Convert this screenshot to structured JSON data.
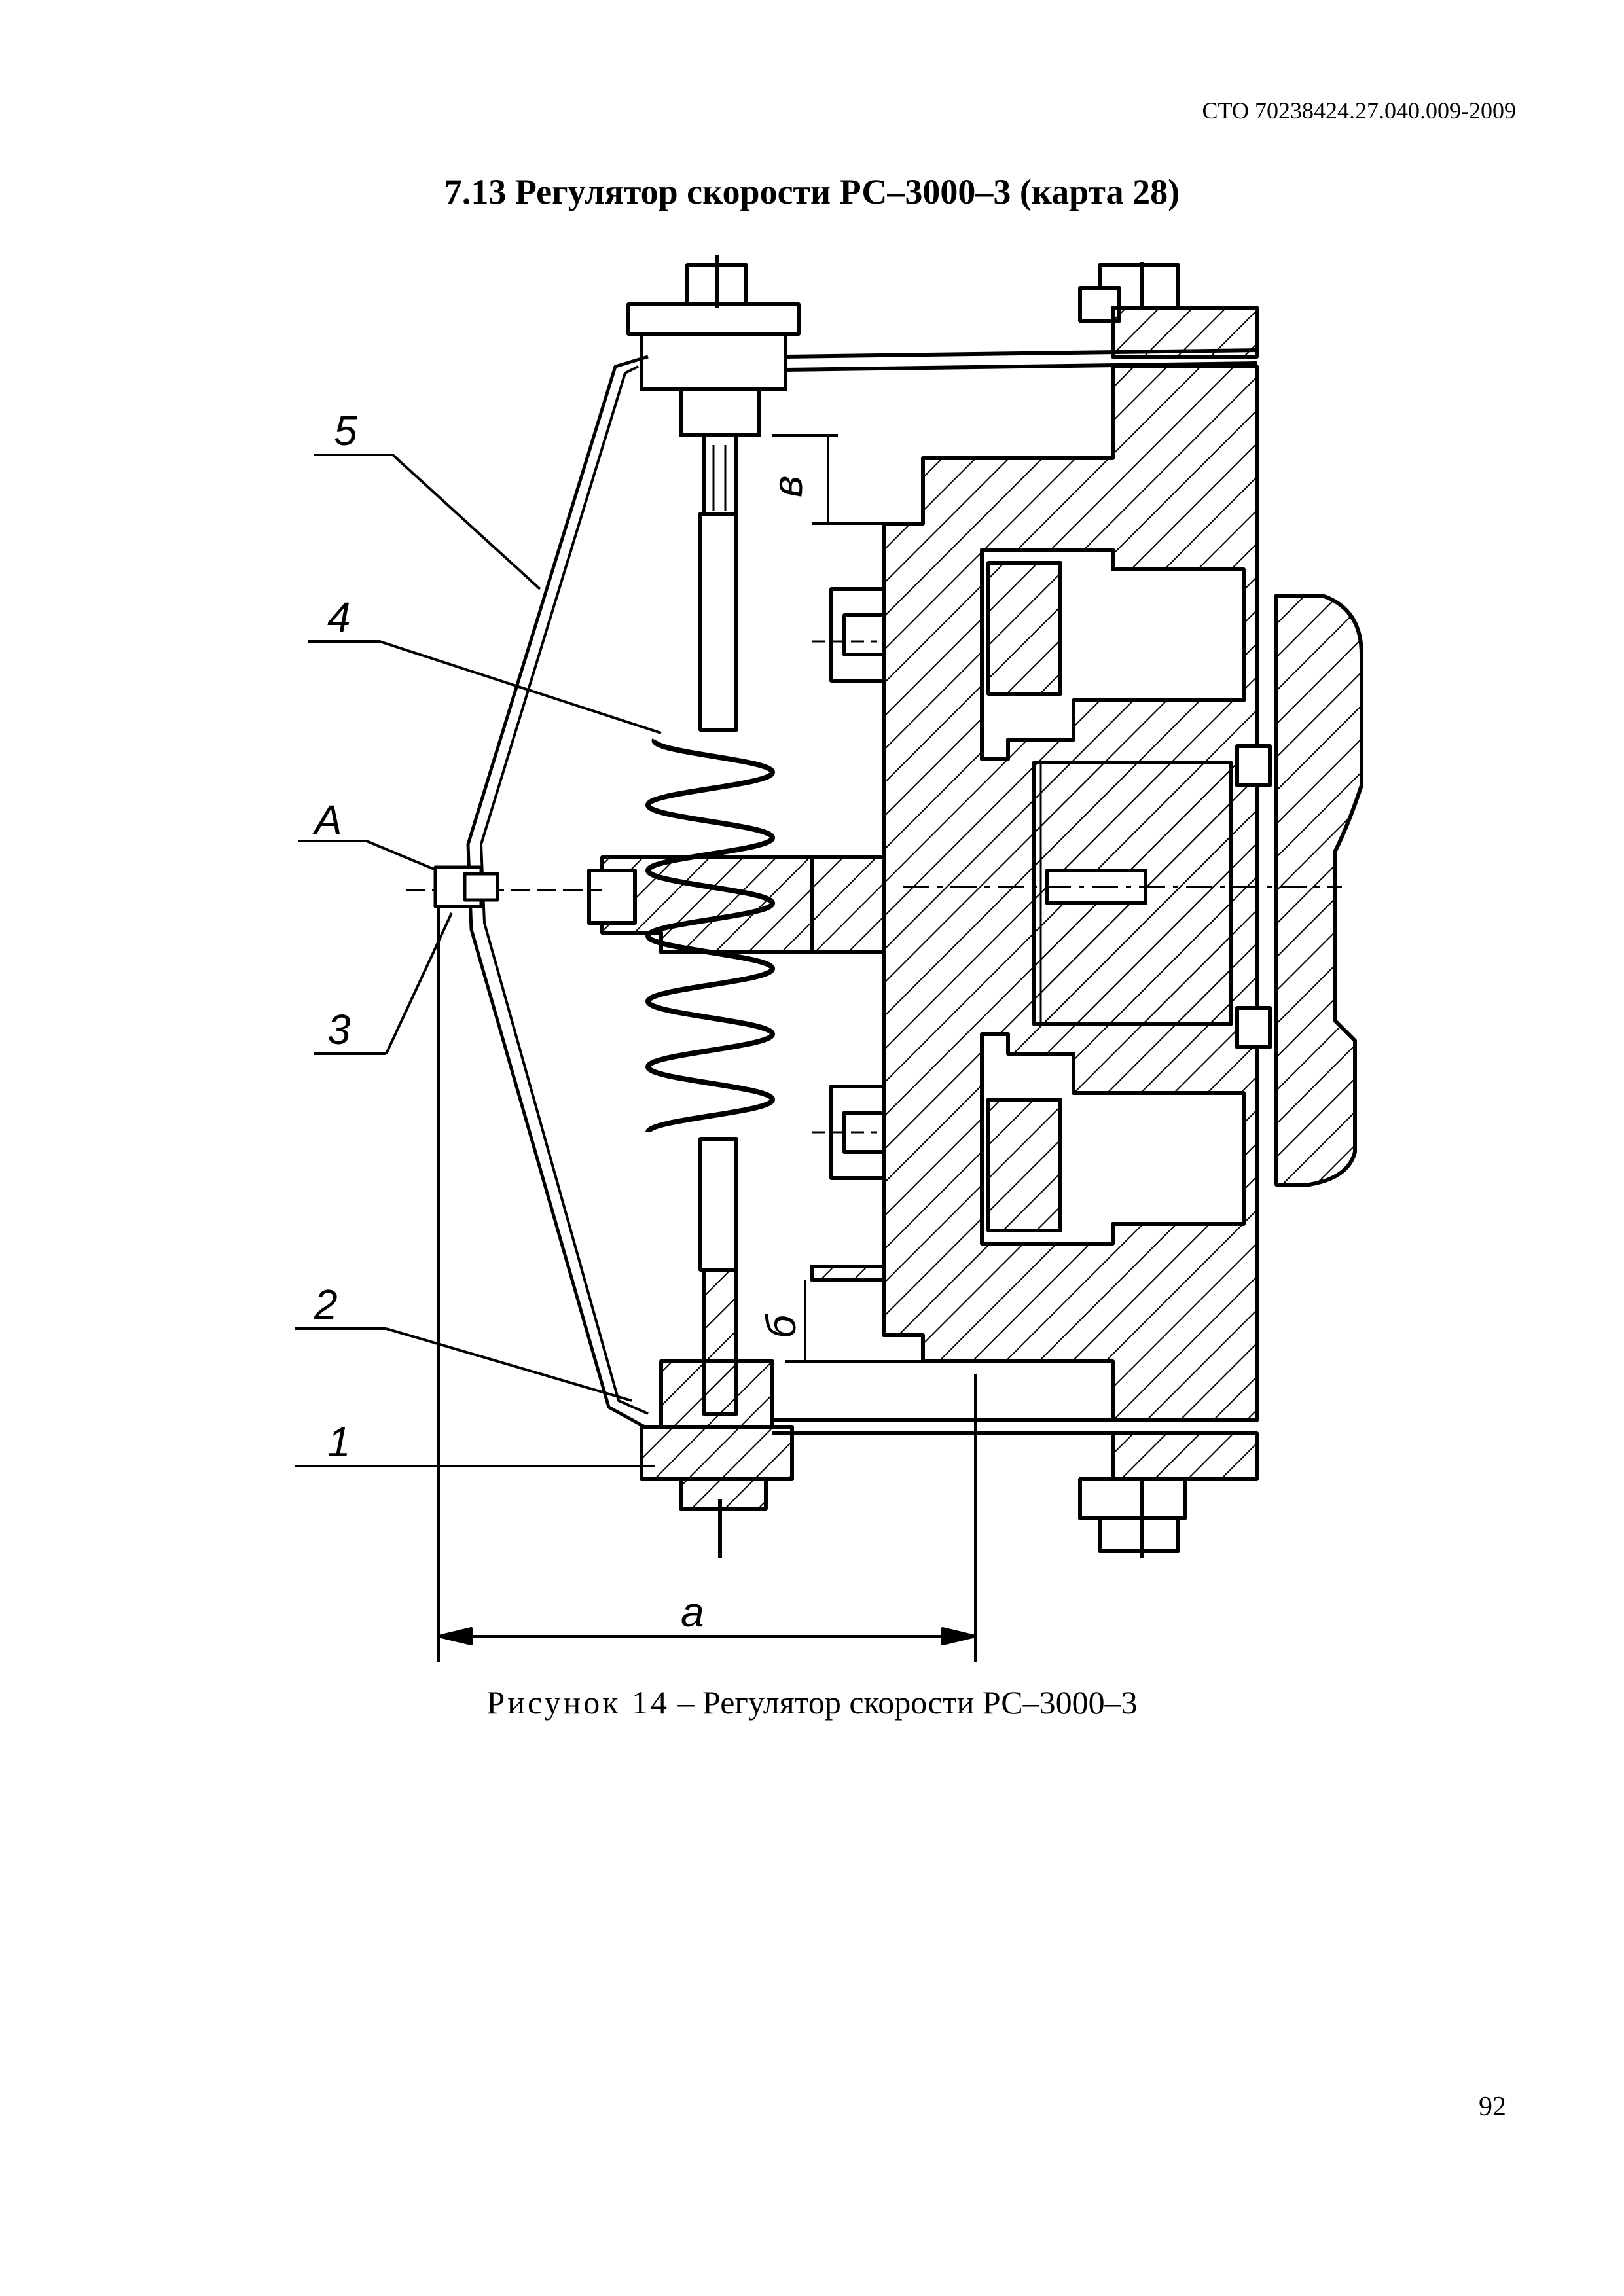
{
  "header": {
    "doc_code": "СТО 70238424.27.040.009-2009"
  },
  "section": {
    "title": "7.13 Регулятор скорости РС–3000–3 (карта 28)"
  },
  "figure": {
    "callouts": {
      "c5": "5",
      "c4": "4",
      "cA": "А",
      "c3": "3",
      "c2": "2",
      "c1": "1"
    },
    "dimensions": {
      "a": "а",
      "b": "б",
      "v": "в"
    },
    "caption_label": "Рисунок 14",
    "caption_sep": "–",
    "caption_text": "Регулятор скорости РС–3000–3"
  },
  "footer": {
    "page_number": "92"
  },
  "colors": {
    "ink": "#000000",
    "paper": "#ffffff"
  }
}
